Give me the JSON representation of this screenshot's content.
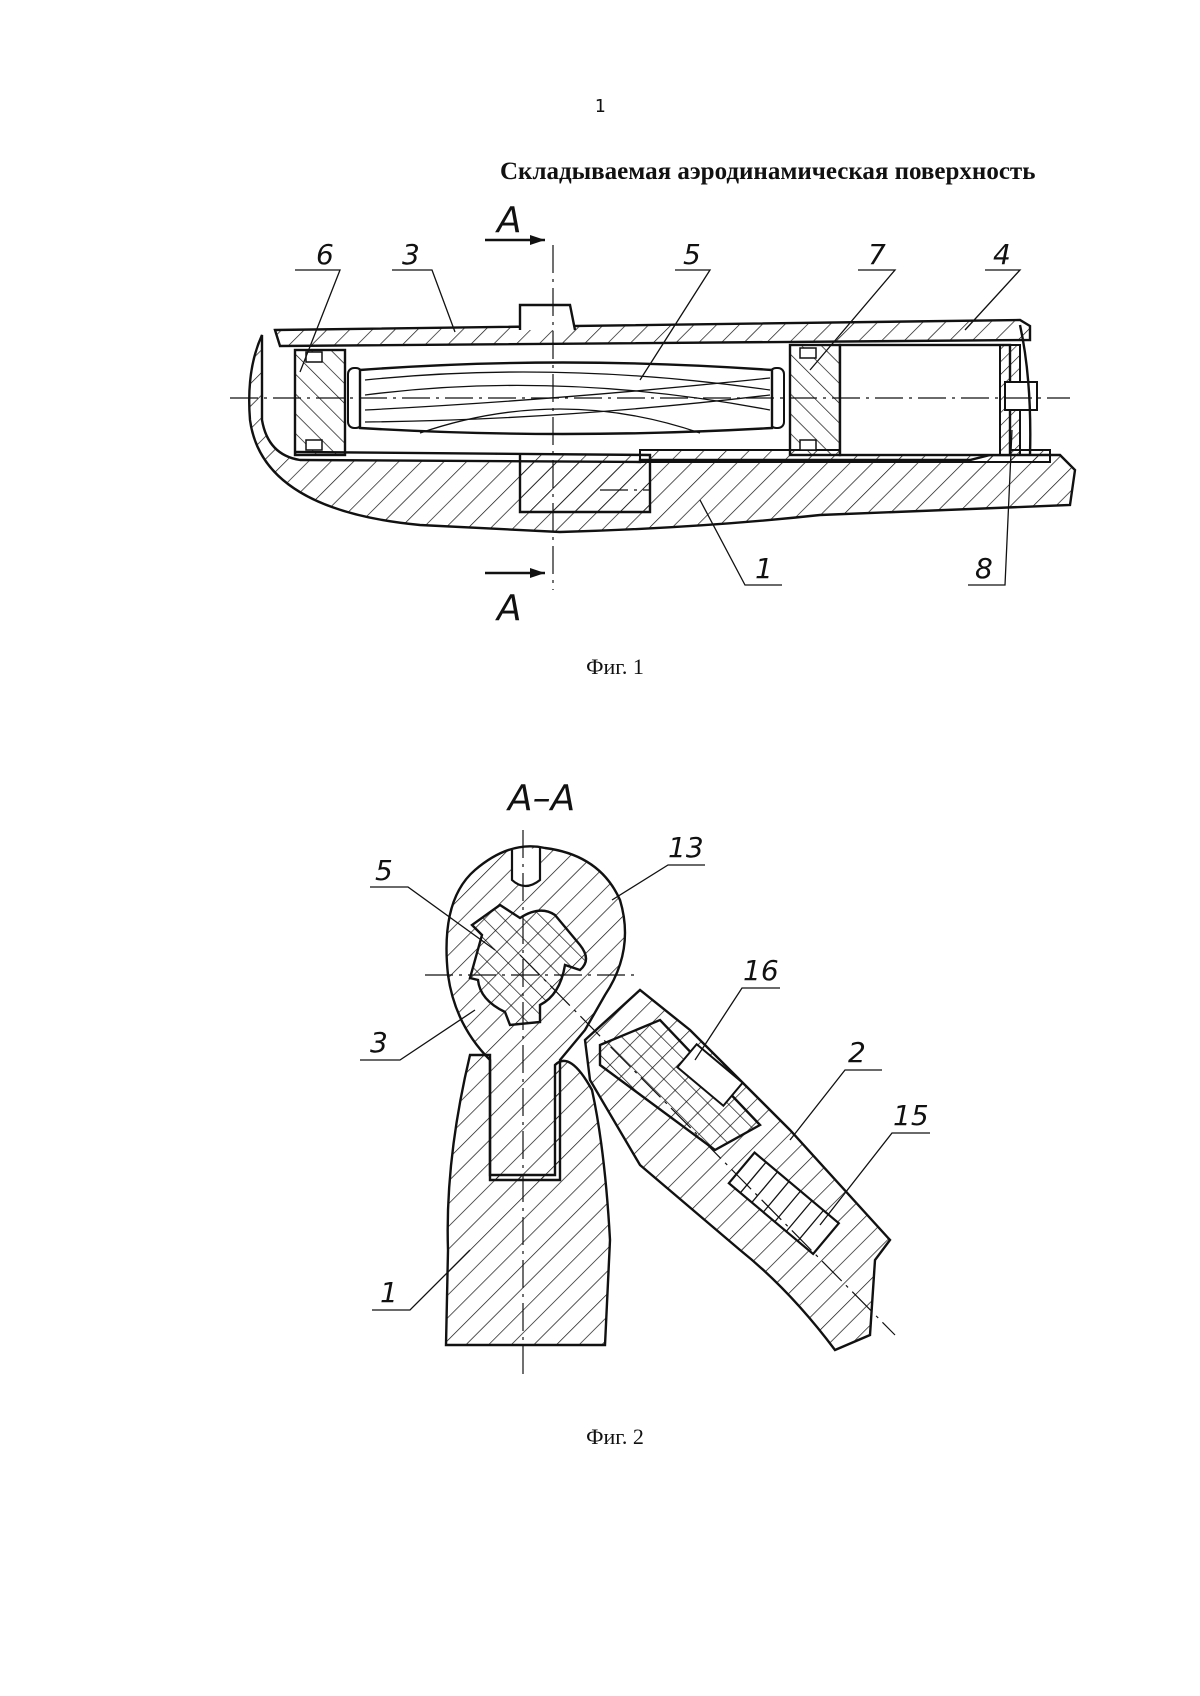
{
  "page_number": "1",
  "title": "Складываемая аэродинамическая поверхность",
  "figure1": {
    "caption": "Фиг. 1",
    "section_marks": [
      "A",
      "A"
    ],
    "labels": [
      "6",
      "3",
      "5",
      "7",
      "4",
      "1",
      "8"
    ]
  },
  "figure2": {
    "caption": "Фиг. 2",
    "section_title": "A–A",
    "labels": [
      "5",
      "13",
      "16",
      "3",
      "2",
      "15",
      "1"
    ]
  }
}
